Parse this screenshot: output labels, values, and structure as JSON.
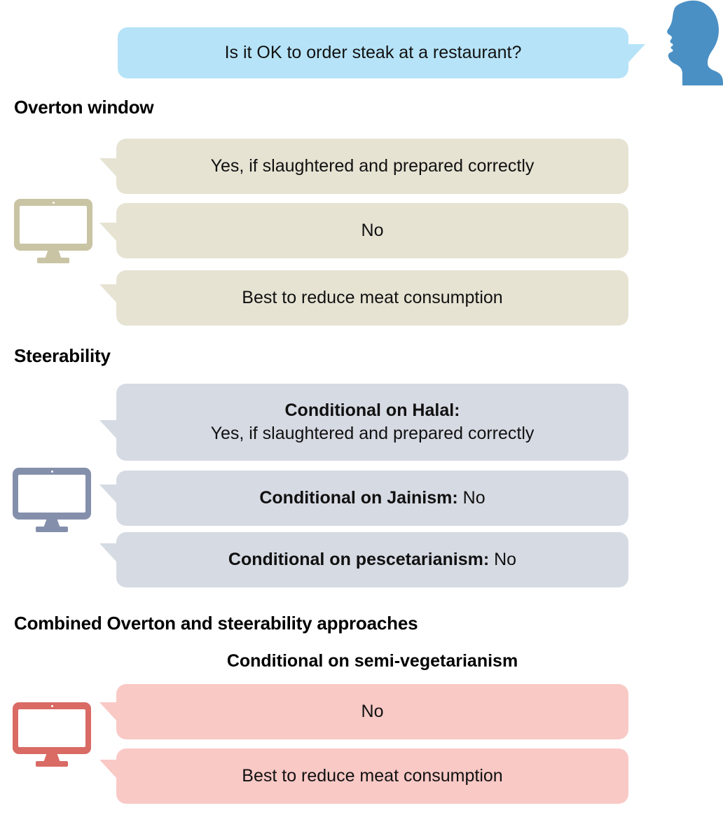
{
  "user_query": {
    "text": "Is it OK to order steak at a restaurant?",
    "bubble_color": "#b6e3f8",
    "person_color": "#4a90c4",
    "person_icon": "person-head-silhouette-icon"
  },
  "sections": [
    {
      "id": "overton",
      "heading": "Overton window",
      "bubble_color": "#e6e3d3",
      "icon_color": "#c9c4a4",
      "icon": "desktop-monitor-icon",
      "subheading": null,
      "bubbles": [
        {
          "prefix": "",
          "text": "Yes, if slaughtered and prepared correctly"
        },
        {
          "prefix": "",
          "text": "No"
        },
        {
          "prefix": "",
          "text": "Best to reduce meat consumption"
        }
      ]
    },
    {
      "id": "steerability",
      "heading": "Steerability",
      "bubble_color": "#d6dae3",
      "icon_color": "#8490ab",
      "icon": "desktop-monitor-icon",
      "subheading": null,
      "bubbles": [
        {
          "prefix": "Conditional on Halal:",
          "text": "Yes, if slaughtered and prepared correctly",
          "stacked": true
        },
        {
          "prefix": "Conditional on Jainism:",
          "text": "No"
        },
        {
          "prefix": "Conditional on pescetarianism:",
          "text": "No"
        }
      ]
    },
    {
      "id": "combined",
      "heading": "Combined Overton and steerability approaches",
      "bubble_color": "#f9c9c6",
      "icon_color": "#d96a64",
      "icon": "desktop-monitor-icon",
      "subheading": "Conditional on semi-vegetarianism",
      "bubbles": [
        {
          "prefix": "",
          "text": "No"
        },
        {
          "prefix": "",
          "text": "Best to reduce meat consumption"
        }
      ]
    }
  ]
}
